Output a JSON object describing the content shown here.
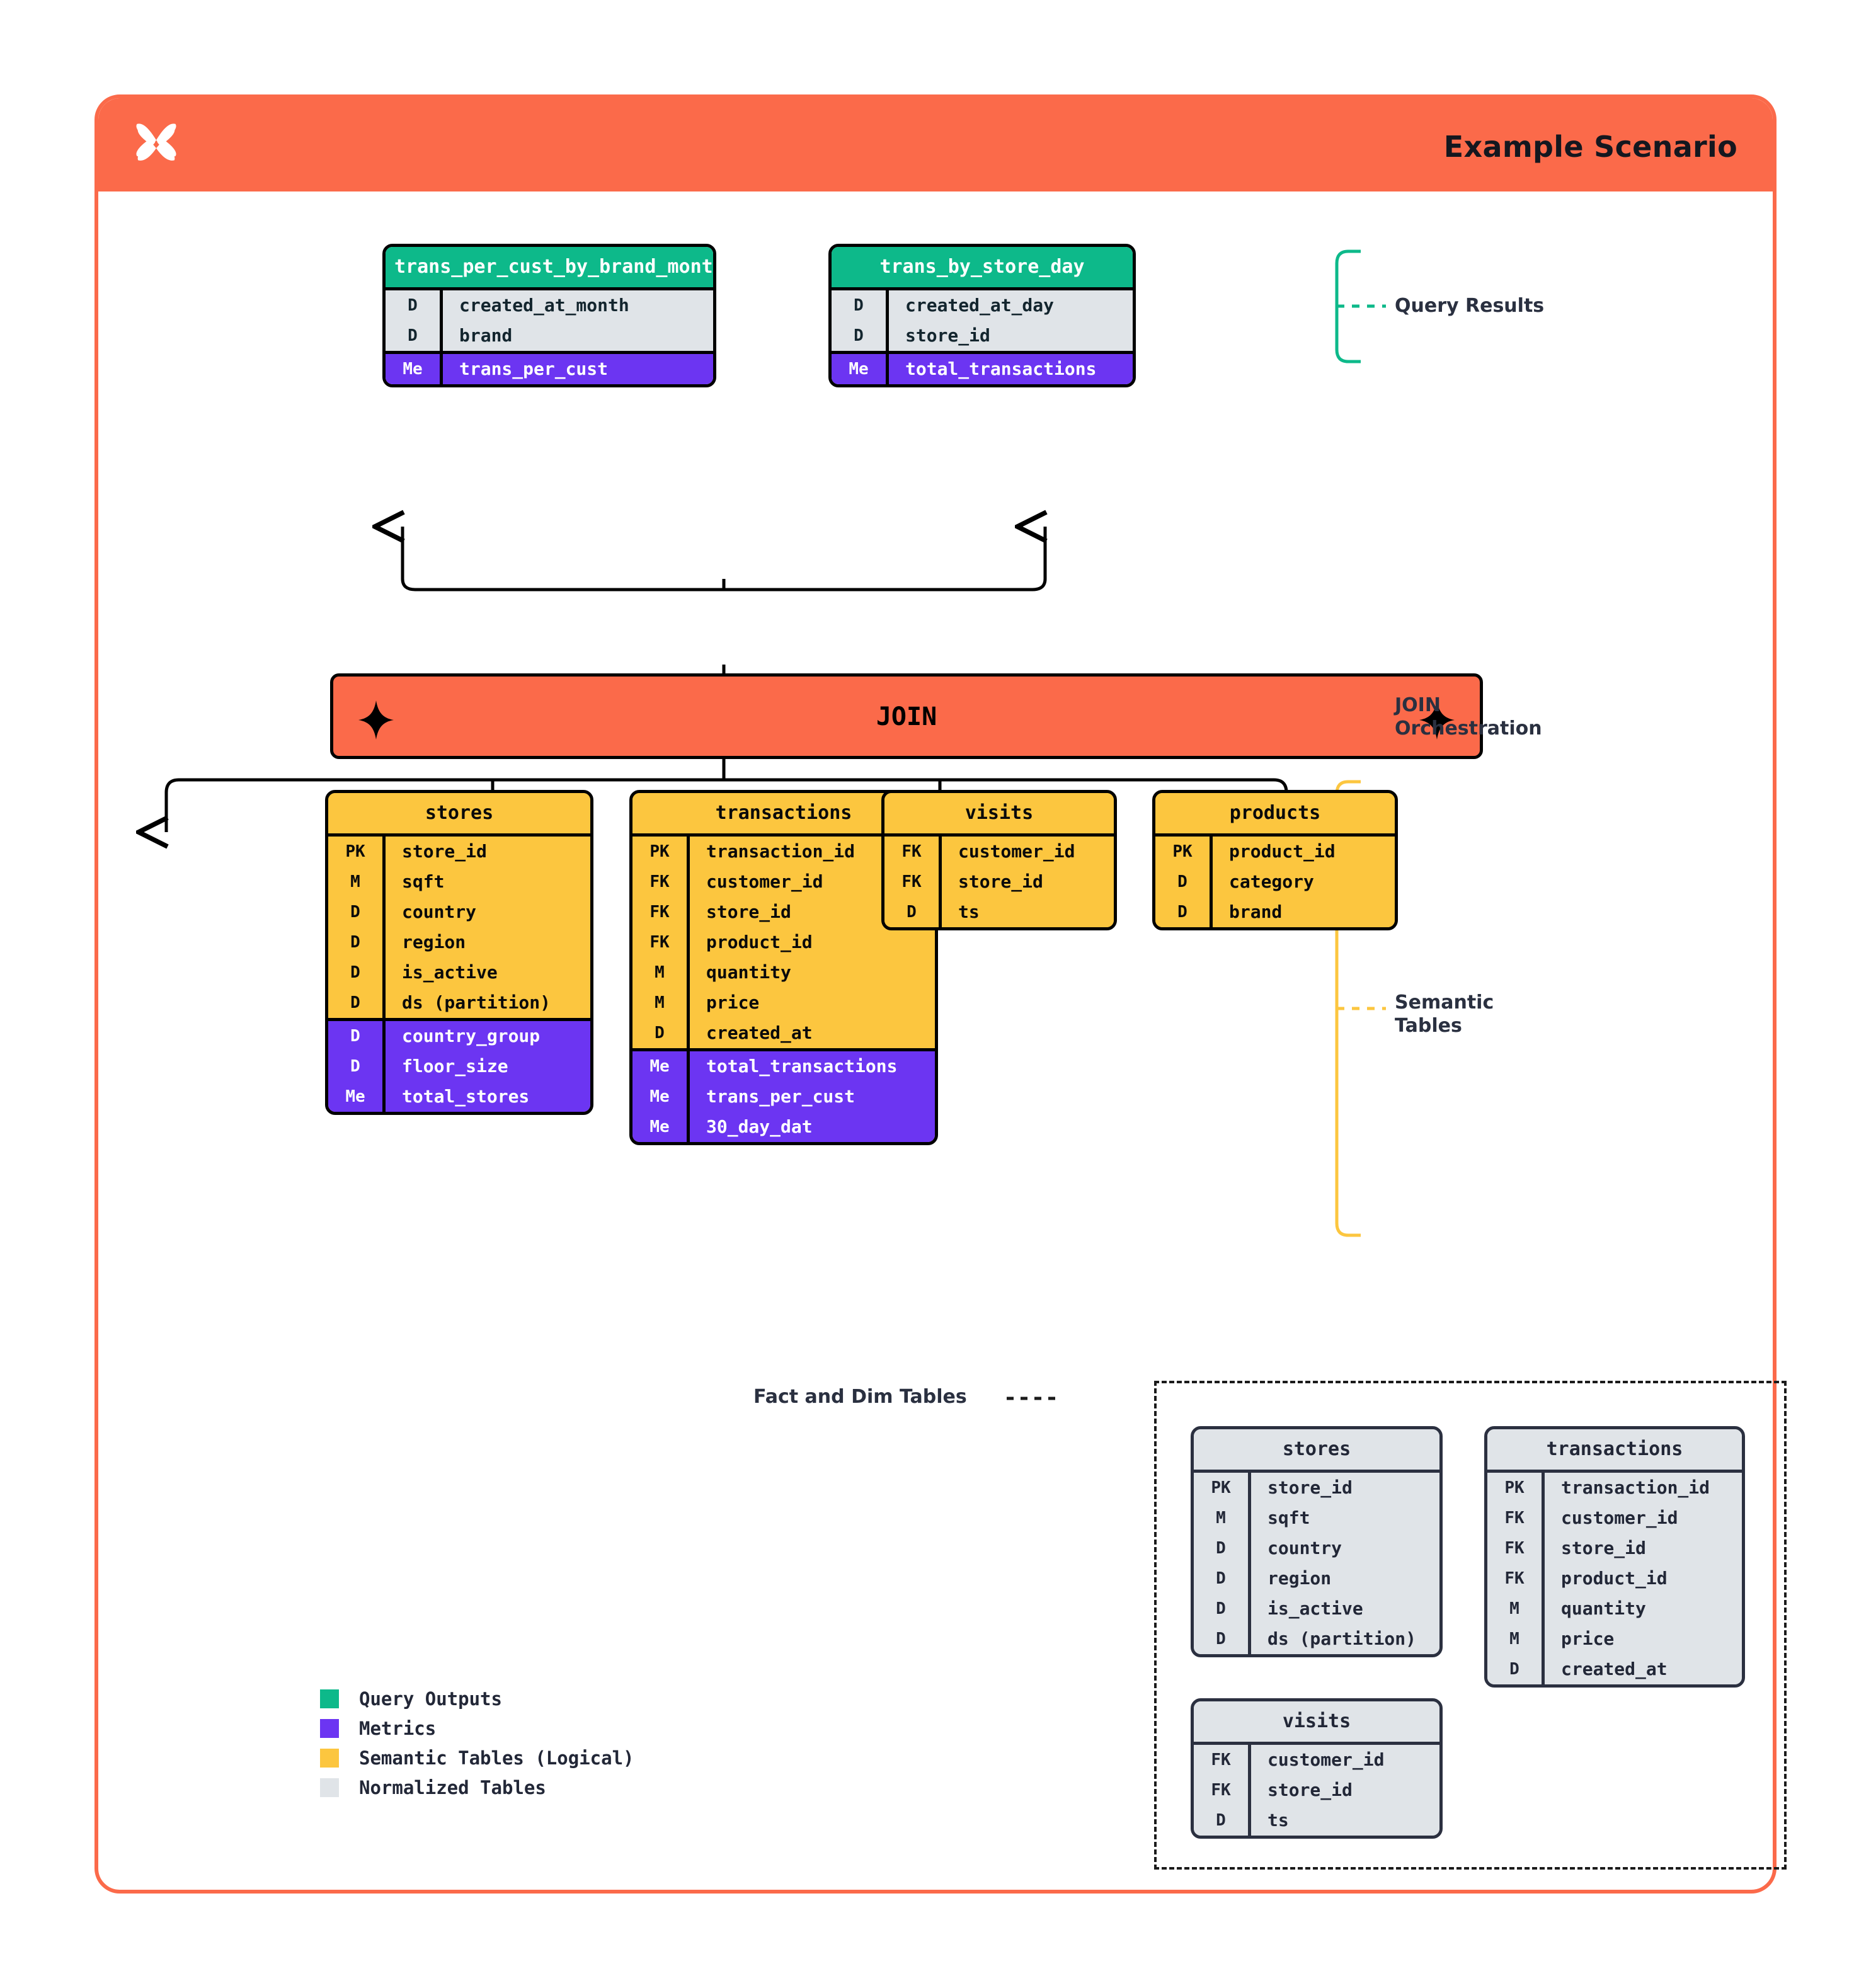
{
  "header": {
    "title": "Example Scenario",
    "logo_icon": "butterfly-x-logo"
  },
  "colors": {
    "frame": "#FB6A4A",
    "query_output_green": "#0DB98A",
    "metric_purple": "#6C35F2",
    "semantic_yellow": "#FCC63F",
    "normalized_gray": "#E0E4E8",
    "ink": "#2A3040"
  },
  "query_results": {
    "annotation": "Query Results",
    "tables": [
      {
        "name": "trans_per_cust_by_brand_month",
        "normalized": [
          {
            "k": "D",
            "v": "created_at_month"
          },
          {
            "k": "D",
            "v": "brand"
          }
        ],
        "metrics": [
          {
            "k": "Me",
            "v": "trans_per_cust"
          }
        ]
      },
      {
        "name": "trans_by_store_day",
        "normalized": [
          {
            "k": "D",
            "v": "created_at_day"
          },
          {
            "k": "D",
            "v": "store_id"
          }
        ],
        "metrics": [
          {
            "k": "Me",
            "v": "total_transactions"
          }
        ]
      }
    ]
  },
  "join": {
    "label": "JOIN",
    "annotation_line1": "JOIN",
    "annotation_line2": "Orchestration",
    "left_icon": "sparkle-icon",
    "right_icon": "sparkle-icon"
  },
  "semantic": {
    "annotation_line1": "Semantic",
    "annotation_line2": "Tables",
    "tables": [
      {
        "name": "stores",
        "normalized": [
          {
            "k": "PK",
            "v": "store_id"
          },
          {
            "k": "M",
            "v": "sqft"
          },
          {
            "k": "D",
            "v": "country"
          },
          {
            "k": "D",
            "v": "region"
          },
          {
            "k": "D",
            "v": "is_active"
          },
          {
            "k": "D",
            "v": "ds (partition)"
          }
        ],
        "metrics": [
          {
            "k": "D",
            "v": "country_group"
          },
          {
            "k": "D",
            "v": "floor_size"
          },
          {
            "k": "Me",
            "v": "total_stores"
          }
        ]
      },
      {
        "name": "transactions",
        "normalized": [
          {
            "k": "PK",
            "v": "transaction_id"
          },
          {
            "k": "FK",
            "v": "customer_id"
          },
          {
            "k": "FK",
            "v": "store_id"
          },
          {
            "k": "FK",
            "v": "product_id"
          },
          {
            "k": "M",
            "v": "quantity"
          },
          {
            "k": "M",
            "v": "price"
          },
          {
            "k": "D",
            "v": "created_at"
          }
        ],
        "metrics": [
          {
            "k": "Me",
            "v": "total_transactions"
          },
          {
            "k": "Me",
            "v": "trans_per_cust"
          },
          {
            "k": "Me",
            "v": "30_day_dat"
          }
        ]
      },
      {
        "name": "visits",
        "normalized": [
          {
            "k": "FK",
            "v": "customer_id"
          },
          {
            "k": "FK",
            "v": "store_id"
          },
          {
            "k": "D",
            "v": "ts"
          }
        ],
        "metrics": []
      },
      {
        "name": "products",
        "normalized": [
          {
            "k": "PK",
            "v": "product_id"
          },
          {
            "k": "D",
            "v": "category"
          },
          {
            "k": "D",
            "v": "brand"
          }
        ],
        "metrics": []
      }
    ]
  },
  "fact_dim": {
    "annotation": "Fact and Dim Tables",
    "tables": [
      {
        "name": "stores",
        "normalized": [
          {
            "k": "PK",
            "v": "store_id"
          },
          {
            "k": "M",
            "v": "sqft"
          },
          {
            "k": "D",
            "v": "country"
          },
          {
            "k": "D",
            "v": "region"
          },
          {
            "k": "D",
            "v": "is_active"
          },
          {
            "k": "D",
            "v": "ds (partition)"
          }
        ]
      },
      {
        "name": "transactions",
        "normalized": [
          {
            "k": "PK",
            "v": "transaction_id"
          },
          {
            "k": "FK",
            "v": "customer_id"
          },
          {
            "k": "FK",
            "v": "store_id"
          },
          {
            "k": "FK",
            "v": "product_id"
          },
          {
            "k": "M",
            "v": "quantity"
          },
          {
            "k": "M",
            "v": "price"
          },
          {
            "k": "D",
            "v": "created_at"
          }
        ]
      },
      {
        "name": "visits",
        "normalized": [
          {
            "k": "FK",
            "v": "customer_id"
          },
          {
            "k": "FK",
            "v": "store_id"
          },
          {
            "k": "D",
            "v": "ts"
          }
        ]
      }
    ]
  },
  "legend": [
    {
      "label": "Query Outputs",
      "color": "#0DB98A"
    },
    {
      "label": "Metrics",
      "color": "#6C35F2"
    },
    {
      "label": "Semantic Tables (Logical)",
      "color": "#FCC63F"
    },
    {
      "label": "Normalized Tables",
      "color": "#E0E4E8"
    }
  ]
}
